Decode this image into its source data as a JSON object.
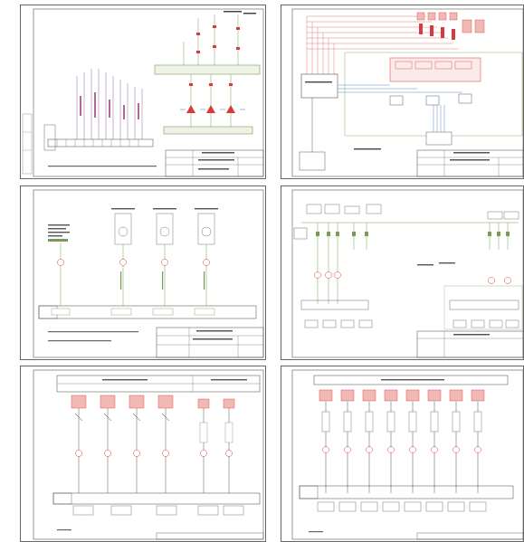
{
  "sheets": [
    {
      "id": "sheet-1",
      "title_text": "",
      "sub_text": ""
    },
    {
      "id": "sheet-2",
      "title_text": "",
      "sub_text": ""
    },
    {
      "id": "sheet-3",
      "title_text": "",
      "sub_text": ""
    },
    {
      "id": "sheet-4",
      "title_text": "",
      "sub_text": ""
    },
    {
      "id": "sheet-5",
      "title_text": "",
      "sub_text": ""
    },
    {
      "id": "sheet-6",
      "title_text": "",
      "sub_text": ""
    }
  ],
  "colors": {
    "line": "#7a9a5a",
    "red": "#d63a3a",
    "pink": "#f2b9b4",
    "ink": "#333333",
    "frame": "#555555"
  }
}
